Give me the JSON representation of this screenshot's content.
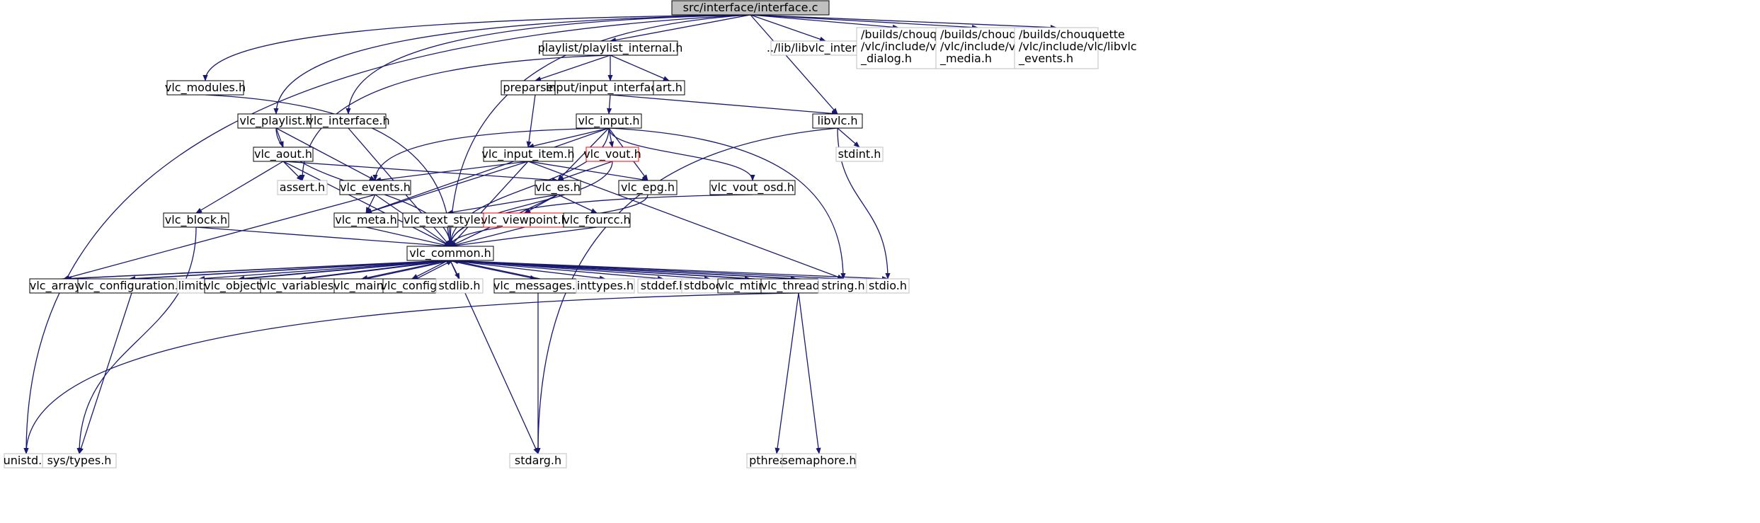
{
  "colors": {
    "edge": "#191970",
    "edge_light": "#3a3a8c",
    "box_border": "#000000",
    "box_border_missing": "#bfbfbf",
    "box_border_red": "#ff0000",
    "root_fill": "#bfbfbf",
    "text": "#000000"
  },
  "nodes": {
    "root": {
      "label": "src/interface/interface.c"
    },
    "unistd": {
      "label": "unistd.h"
    },
    "vlc_modules": {
      "label": "vlc_modules.h"
    },
    "vlc_playlist": {
      "label": "vlc_playlist.h"
    },
    "vlc_interface": {
      "label": "vlc_interface.h"
    },
    "playlist_internal": {
      "label": "playlist/playlist_internal.h"
    },
    "libvlc_internal": {
      "label": "../lib/libvlc_internal.h"
    },
    "libvlc_dialog": {
      "lines": [
        "/builds/chouquette",
        "/vlc/include/vlc/libvlc",
        "_dialog.h"
      ]
    },
    "libvlc_media": {
      "lines": [
        "/builds/chouquette",
        "/vlc/include/vlc/libvlc",
        "_media.h"
      ]
    },
    "libvlc_events": {
      "lines": [
        "/builds/chouquette",
        "/vlc/include/vlc/libvlc",
        "_events.h"
      ]
    },
    "preparser": {
      "label": "preparser.h"
    },
    "input_interface": {
      "label": "input/input_interface.h"
    },
    "art": {
      "label": "art.h"
    },
    "libvlc": {
      "label": "libvlc.h"
    },
    "vlc_input": {
      "label": "vlc_input.h"
    },
    "vlc_aout": {
      "label": "vlc_aout.h"
    },
    "vlc_input_item": {
      "label": "vlc_input_item.h"
    },
    "vlc_vout": {
      "label": "vlc_vout.h"
    },
    "stdint": {
      "label": "stdint.h"
    },
    "assert": {
      "label": "assert.h"
    },
    "vlc_events": {
      "label": "vlc_events.h"
    },
    "vlc_es": {
      "label": "vlc_es.h"
    },
    "vlc_epg": {
      "label": "vlc_epg.h"
    },
    "vlc_vout_osd": {
      "label": "vlc_vout_osd.h"
    },
    "vlc_block": {
      "label": "vlc_block.h"
    },
    "vlc_meta": {
      "label": "vlc_meta.h"
    },
    "vlc_text_style": {
      "label": "vlc_text_style.h"
    },
    "vlc_viewpoint": {
      "label": "vlc_viewpoint.h"
    },
    "vlc_fourcc": {
      "label": "vlc_fourcc.h"
    },
    "vlc_common": {
      "label": "vlc_common.h"
    },
    "vlc_arrays": {
      "label": "vlc_arrays.h"
    },
    "vlc_configuration": {
      "label": "vlc_configuration.h"
    },
    "limits": {
      "label": "limits.h"
    },
    "vlc_objects": {
      "label": "vlc_objects.h"
    },
    "vlc_variables": {
      "label": "vlc_variables.h"
    },
    "vlc_main": {
      "label": "vlc_main.h"
    },
    "vlc_config": {
      "label": "vlc_config.h"
    },
    "stdlib": {
      "label": "stdlib.h"
    },
    "vlc_messages": {
      "label": "vlc_messages.h"
    },
    "inttypes": {
      "label": "inttypes.h"
    },
    "stddef": {
      "label": "stddef.h"
    },
    "stdbool": {
      "label": "stdbool.h"
    },
    "vlc_mtime": {
      "label": "vlc_mtime.h"
    },
    "vlc_threads": {
      "label": "vlc_threads.h"
    },
    "string": {
      "label": "string.h"
    },
    "stdio": {
      "label": "stdio.h"
    },
    "sys_types": {
      "label": "sys/types.h"
    },
    "stdarg": {
      "label": "stdarg.h"
    },
    "pthread": {
      "label": "pthread.h"
    },
    "semaphore": {
      "label": "semaphore.h"
    }
  }
}
